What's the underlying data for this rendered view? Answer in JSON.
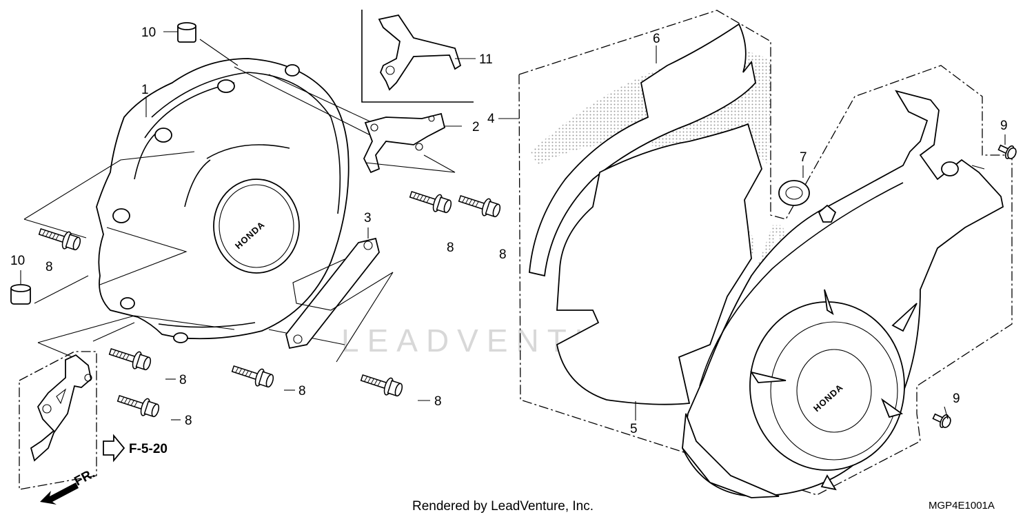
{
  "callouts": {
    "c1": "1",
    "c2": "2",
    "c3": "3",
    "c4": "4",
    "c5": "5",
    "c6": "6",
    "c7": "7",
    "c8a": "8",
    "c8b": "8",
    "c8c": "8",
    "c8d": "8",
    "c8e": "8",
    "c8f": "8",
    "c8g": "8",
    "c9a": "9",
    "c9b": "9",
    "c10a": "10",
    "c10b": "10",
    "c11": "11"
  },
  "cover_logo": "HONDA",
  "side_cover_logo": "HONDA",
  "section_ref": "F-5-20",
  "front_indicator": "FR.",
  "watermark": "LEADVENTURE",
  "watermark_brand": "HONDA",
  "caption": "Rendered by LeadVenture, Inc.",
  "diagram_code": "MGP4E1001A"
}
